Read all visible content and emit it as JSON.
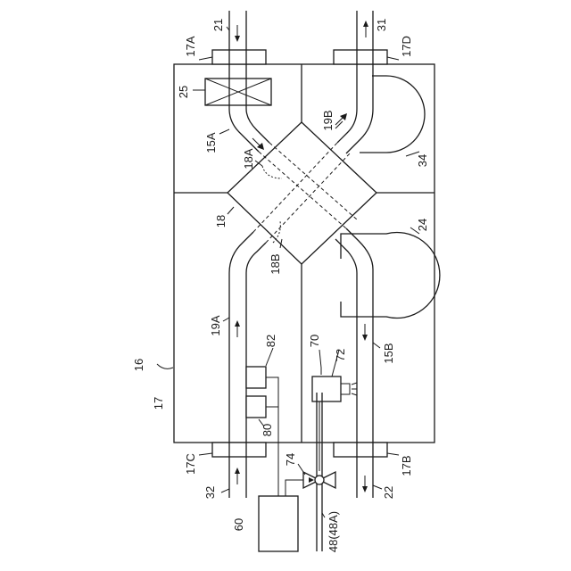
{
  "labels": {
    "l16": "16",
    "l17": "17",
    "l17a": "17A",
    "l17b": "17B",
    "l17c": "17C",
    "l17d": "17D",
    "l18": "18",
    "l18a": "18A",
    "l18b": "18B",
    "l19a": "19A",
    "l19b": "19B",
    "l15a": "15A",
    "l15b": "15B",
    "l21": "21",
    "l22": "22",
    "l24": "24",
    "l25": "25",
    "l31": "31",
    "l32": "32",
    "l34": "34",
    "l48": "48(48A)",
    "l60": "60",
    "l70": "70",
    "l72": "72",
    "l74": "74",
    "l80": "80",
    "l82": "82"
  }
}
